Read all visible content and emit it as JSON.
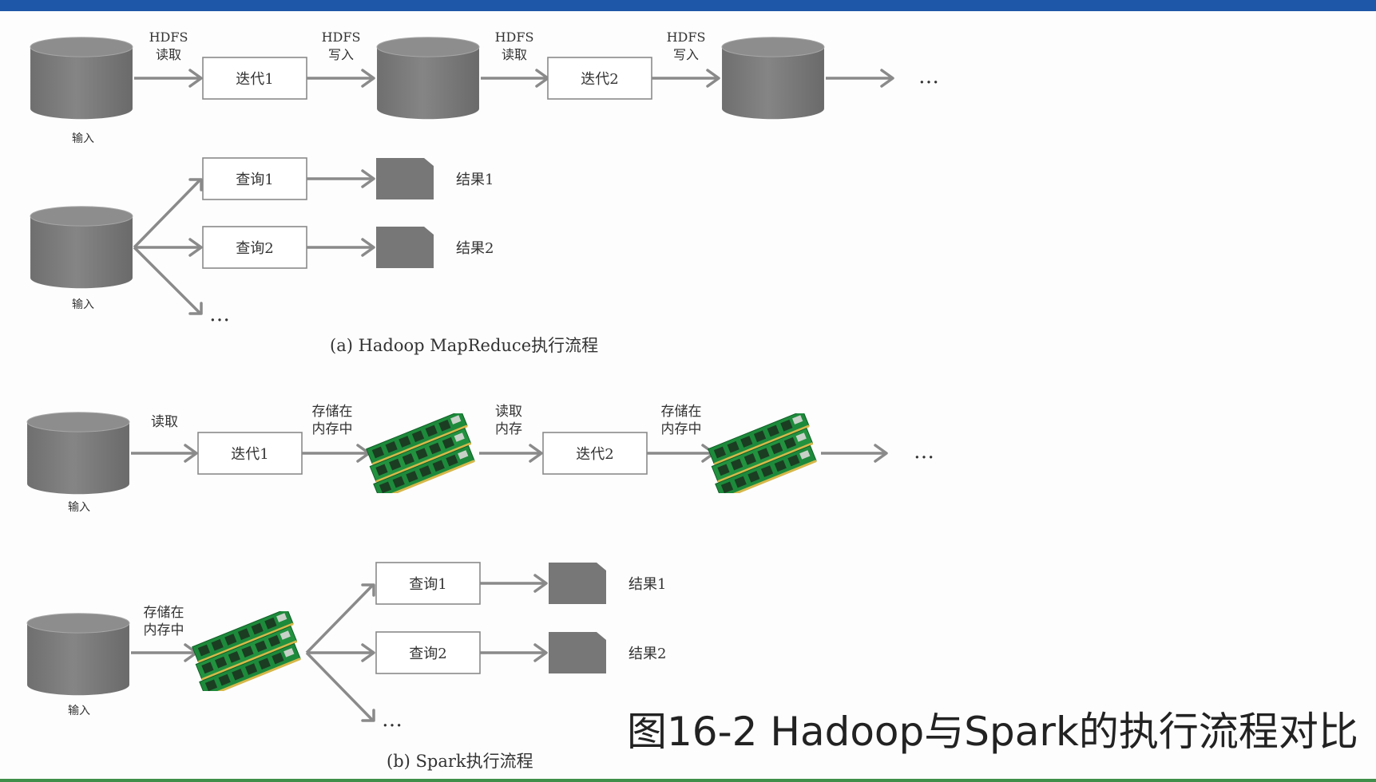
{
  "colors": {
    "top_bar": "#1f57a8",
    "bottom_bar": "#3f8f4a",
    "storage_gray": "#7b7b7b",
    "arrow_gray": "#8a8a8a",
    "ram_green": "#1f8a3c"
  },
  "mapreduce": {
    "iter_row": {
      "input_label": "输入",
      "edge1": [
        "HDFS",
        "读取"
      ],
      "iter1": "迭代1",
      "edge2": [
        "HDFS",
        "写入"
      ],
      "edge3": [
        "HDFS",
        "读取"
      ],
      "iter2": "迭代2",
      "edge4": [
        "HDFS",
        "写入"
      ],
      "ellipsis": "…"
    },
    "query_row": {
      "input_label": "输入",
      "query1": "查询1",
      "query2": "查询2",
      "result1": "结果1",
      "result2": "结果2",
      "ellipsis": "…"
    },
    "caption": "(a) Hadoop MapReduce执行流程"
  },
  "spark": {
    "iter_row": {
      "input_label": "输入",
      "edge1": [
        "读取"
      ],
      "iter1": "迭代1",
      "edge2": [
        "存储在",
        "内存中"
      ],
      "edge3": [
        "读取",
        "内存"
      ],
      "iter2": "迭代2",
      "edge4": [
        "存储在",
        "内存中"
      ],
      "ellipsis": "…"
    },
    "query_row": {
      "input_label": "输入",
      "edge_store": [
        "存储在",
        "内存中"
      ],
      "query1": "查询1",
      "query2": "查询2",
      "result1": "结果1",
      "result2": "结果2",
      "ellipsis": "…"
    },
    "caption": "(b) Spark执行流程"
  },
  "figure_title": "图16-2 Hadoop与Spark的执行流程对比"
}
